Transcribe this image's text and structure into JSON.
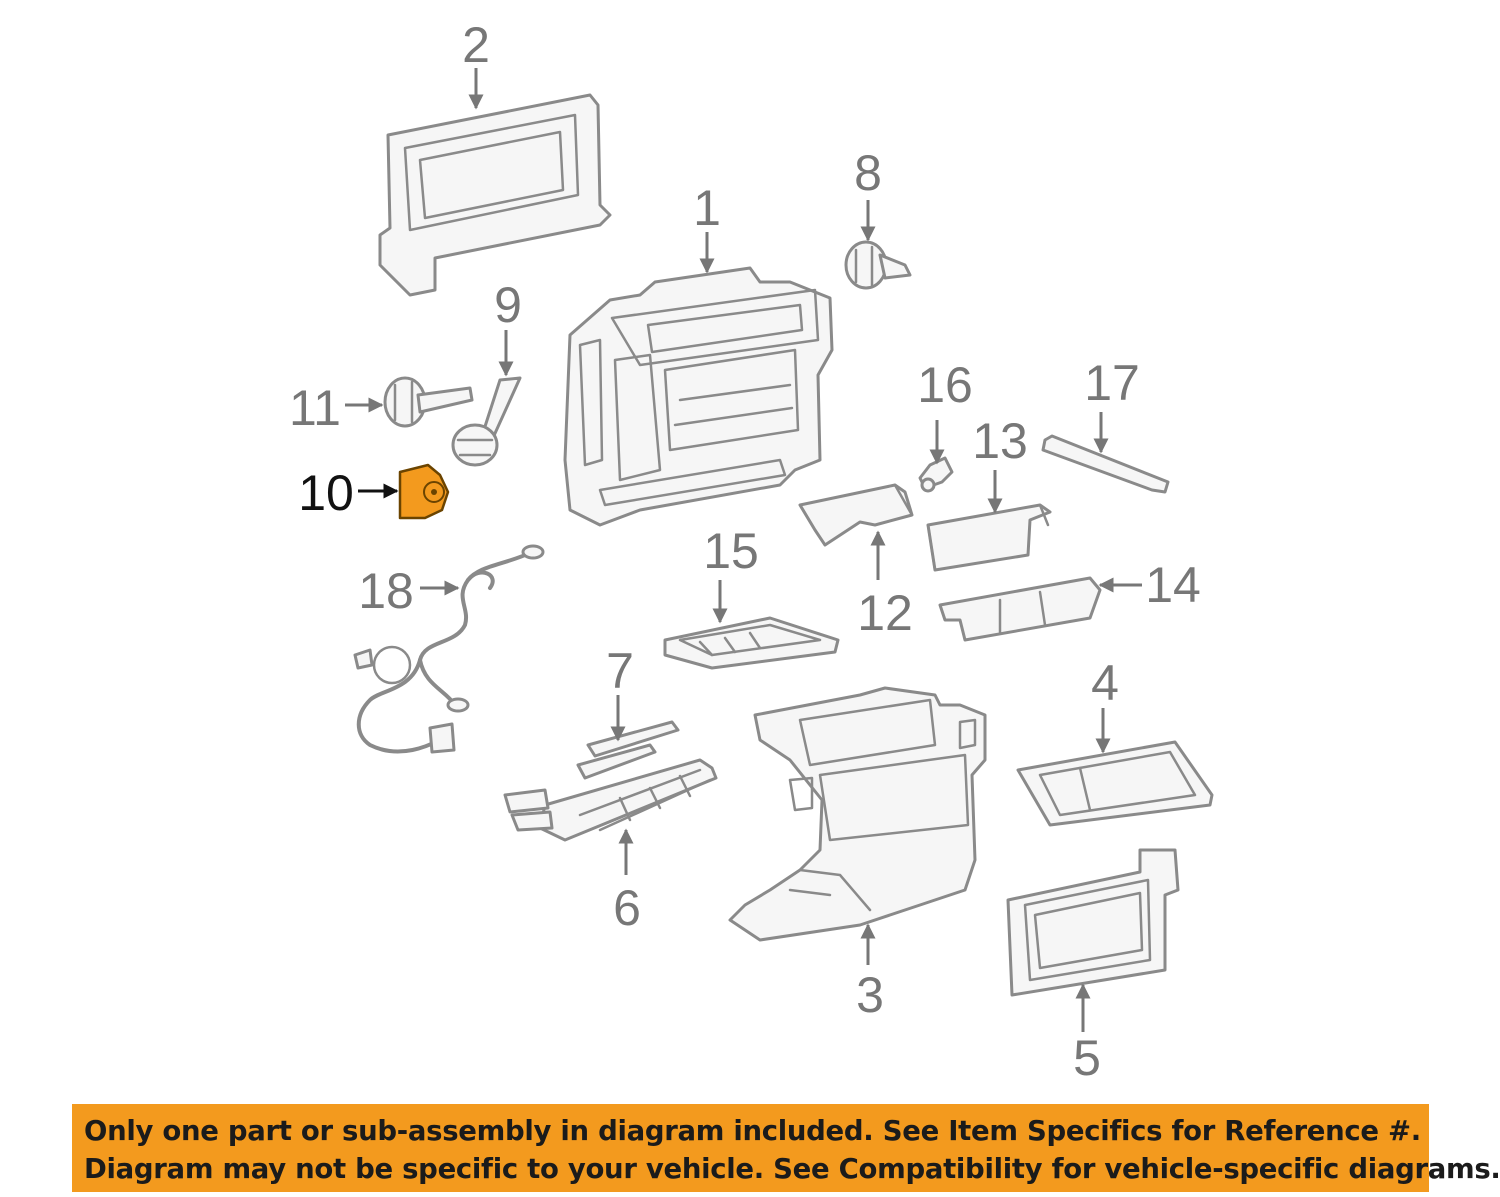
{
  "diagram": {
    "callouts": [
      {
        "id": "1",
        "label": "1"
      },
      {
        "id": "2",
        "label": "2"
      },
      {
        "id": "3",
        "label": "3"
      },
      {
        "id": "4",
        "label": "4"
      },
      {
        "id": "5",
        "label": "5"
      },
      {
        "id": "6",
        "label": "6"
      },
      {
        "id": "7",
        "label": "7"
      },
      {
        "id": "8",
        "label": "8"
      },
      {
        "id": "9",
        "label": "9"
      },
      {
        "id": "10",
        "label": "10",
        "highlighted": true
      },
      {
        "id": "11",
        "label": "11"
      },
      {
        "id": "12",
        "label": "12"
      },
      {
        "id": "13",
        "label": "13"
      },
      {
        "id": "14",
        "label": "14"
      },
      {
        "id": "15",
        "label": "15"
      },
      {
        "id": "16",
        "label": "16"
      },
      {
        "id": "17",
        "label": "17"
      },
      {
        "id": "18",
        "label": "18"
      }
    ],
    "highlight_color": "#f39a1e",
    "line_color": "#8a8a8a"
  },
  "notice": {
    "line1": "Only one part or sub-assembly in diagram included. See Item Specifics for Reference #.",
    "line2": "Diagram may not be specific to your vehicle. See Compatibility for vehicle-specific diagrams.",
    "background": "#f39a1e"
  }
}
